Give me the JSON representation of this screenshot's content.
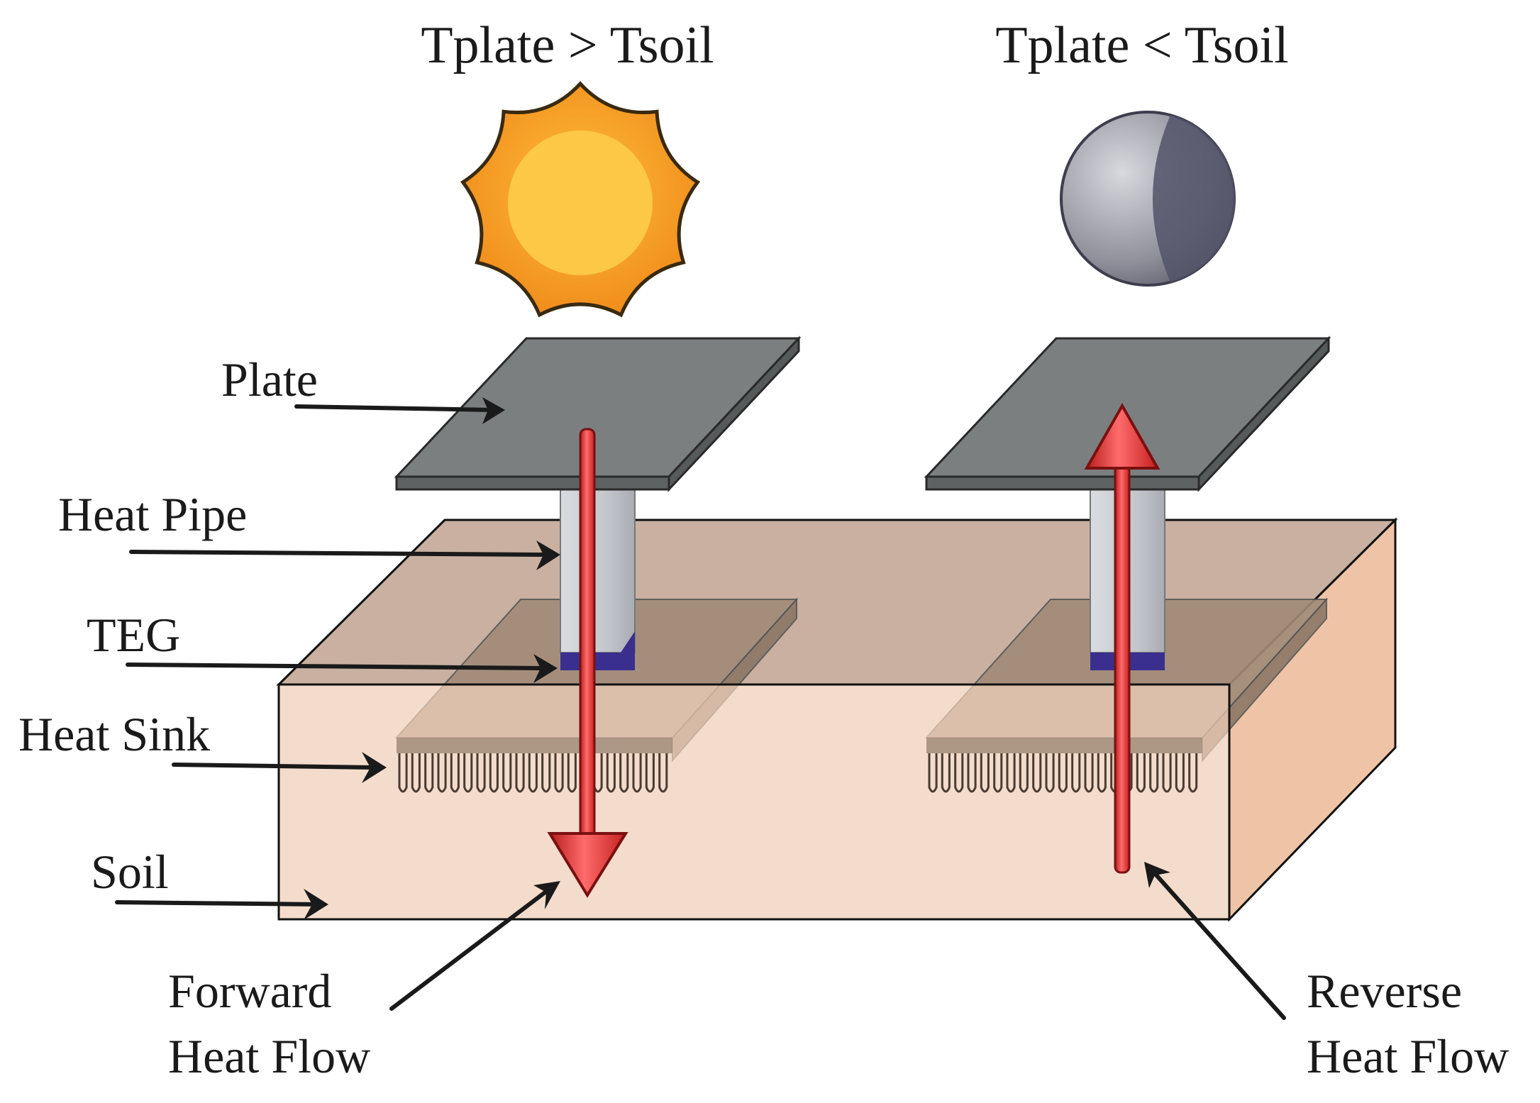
{
  "titles": {
    "left": "Tplate > Tsoil",
    "right": "Tplate < Tsoil"
  },
  "labels": {
    "plate": "Plate",
    "heat_pipe": "Heat Pipe",
    "teg": "TEG",
    "heat_sink": "Heat Sink",
    "soil": "Soil"
  },
  "flows": {
    "forward_line1": "Forward",
    "forward_line2": "Heat Flow",
    "reverse_line1": "Reverse",
    "reverse_line2": "Heat Flow"
  },
  "icons": {
    "day": "sun-icon",
    "night": "moon-icon"
  },
  "colors": {
    "soil_top": "#c9b0a0",
    "soil_front": "#f0cfb8",
    "soil_side": "#efc4a6",
    "plate": "#7b7f80",
    "heat_pipe": "#c4c7cc",
    "teg": "#3a2f8f",
    "heat_sink": "#a08b78",
    "heat_arrow": "#e83a3a",
    "sun_outer": "#f5a623",
    "sun_inner": "#fcc846",
    "moon": "#9a9aa4"
  }
}
